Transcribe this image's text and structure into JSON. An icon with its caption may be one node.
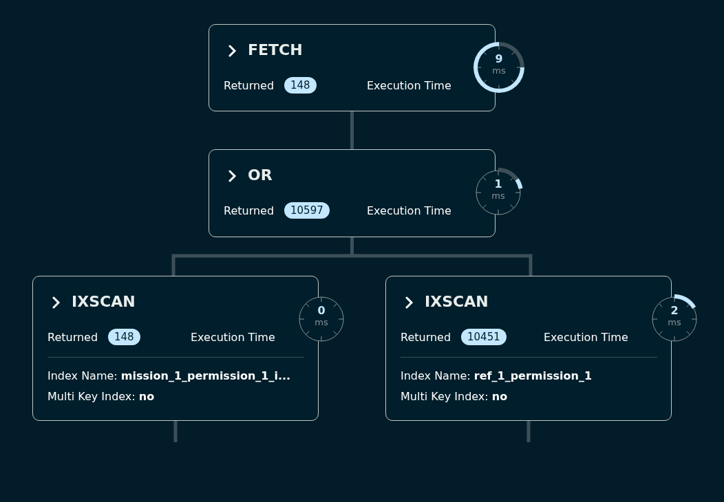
{
  "diagram": {
    "nodes": [
      {
        "text": [
          "FETCH",
          "Returned",
          "148",
          "Execution Time"
        ]
      },
      {
        "text": [
          "9",
          "ms"
        ]
      },
      {
        "text": [
          "OR",
          "Returned",
          "10597",
          "Execution Time"
        ]
      },
      {
        "text": [
          "1",
          "ms"
        ]
      },
      {
        "text": [
          "IXSCAN",
          "Returned",
          "148",
          "Execution Time",
          "Index Name: **mission_1_permission_1_i...**",
          "Multi Key Index: **no**"
        ]
      },
      {
        "text": [
          "0",
          "ms"
        ]
      },
      {
        "text": [
          "IXSCAN",
          "Returned",
          "10451",
          "Execution Time",
          "Index Name: **ref_1_permission_1**",
          "Multi Key Index: **no**"
        ]
      },
      {
        "text": [
          "2",
          "ms"
        ]
      }
    ],
    "edges": [
      {
        "from": 0,
        "to": 2,
        "arrow": "none"
      },
      {
        "from": 2,
        "to": 4,
        "arrow": "none"
      },
      {
        "from": 2,
        "to": 6,
        "arrow": "none"
      },
      {
        "from": 4,
        "to": null,
        "arrow": "none"
      },
      {
        "from": 6,
        "to": null,
        "arrow": "none"
      }
    ]
  }
}
